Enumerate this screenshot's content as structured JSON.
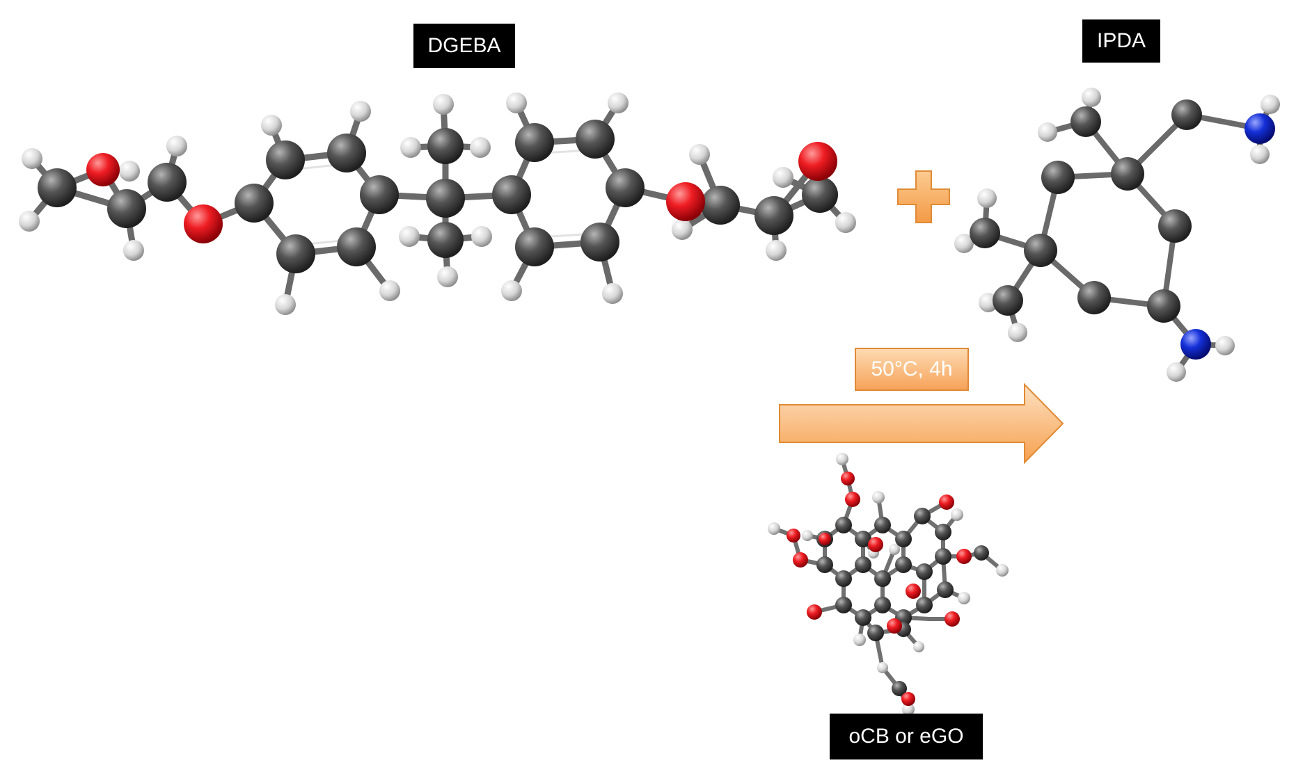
{
  "labels": {
    "dgeba": "DGEBA",
    "ipda": "IPDA",
    "condition": "50°C, 4h",
    "filler": "oCB or eGO"
  },
  "colors": {
    "carbon": "#4a4a4a",
    "hydrogen": "#e8e8e8",
    "oxygen": "#e8131b",
    "nitrogen": "#1028d8",
    "arrow": "#f8b26b",
    "arrow_border": "#e08a36",
    "label_bg": "#000000"
  },
  "icons": {
    "plus": "plus-icon",
    "arrow": "reaction-arrow-icon"
  }
}
